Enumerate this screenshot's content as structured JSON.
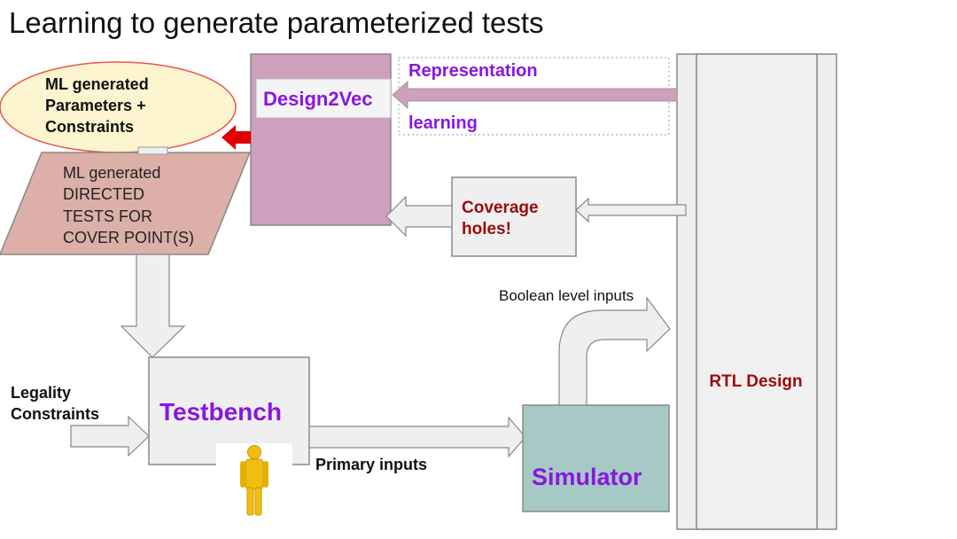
{
  "title": "Learning to generate parameterized tests",
  "colors": {
    "purple": "#8a16e0",
    "darkred": "#9b0a0a",
    "design2vec_fill": "#cf9fbe",
    "directed_tests_fill": "#dcb0a8",
    "oval_fill": "#fdf5cf",
    "oval_stroke": "#e8554d",
    "simulator_fill": "#a6c9c6",
    "gray_fill": "#efefef",
    "stroke": "#888888",
    "red_arrow": "#e00000",
    "person": "#f0be10"
  },
  "nodes": {
    "ml_params": {
      "line1": "ML generated",
      "line2": "Parameters +",
      "line3": "Constraints"
    },
    "directed_tests": {
      "line1": "ML generated",
      "line2": "DIRECTED",
      "line3": "TESTS FOR",
      "line4": "COVER POINT(S)"
    },
    "design2vec": {
      "label": "Design2Vec"
    },
    "representation": {
      "line1": "Representation",
      "line2": "learning"
    },
    "coverage": {
      "line1": "Coverage",
      "line2": "holes!"
    },
    "testbench": {
      "label": "Testbench"
    },
    "simulator": {
      "label": "Simulator"
    },
    "rtl": {
      "label": "RTL Design"
    },
    "legality": {
      "line1": "Legality",
      "line2": "Constraints"
    }
  },
  "edges": {
    "boolean": {
      "label": "Boolean level inputs"
    },
    "primary": {
      "label": "Primary inputs"
    }
  },
  "icons": {
    "person": "person-icon"
  }
}
